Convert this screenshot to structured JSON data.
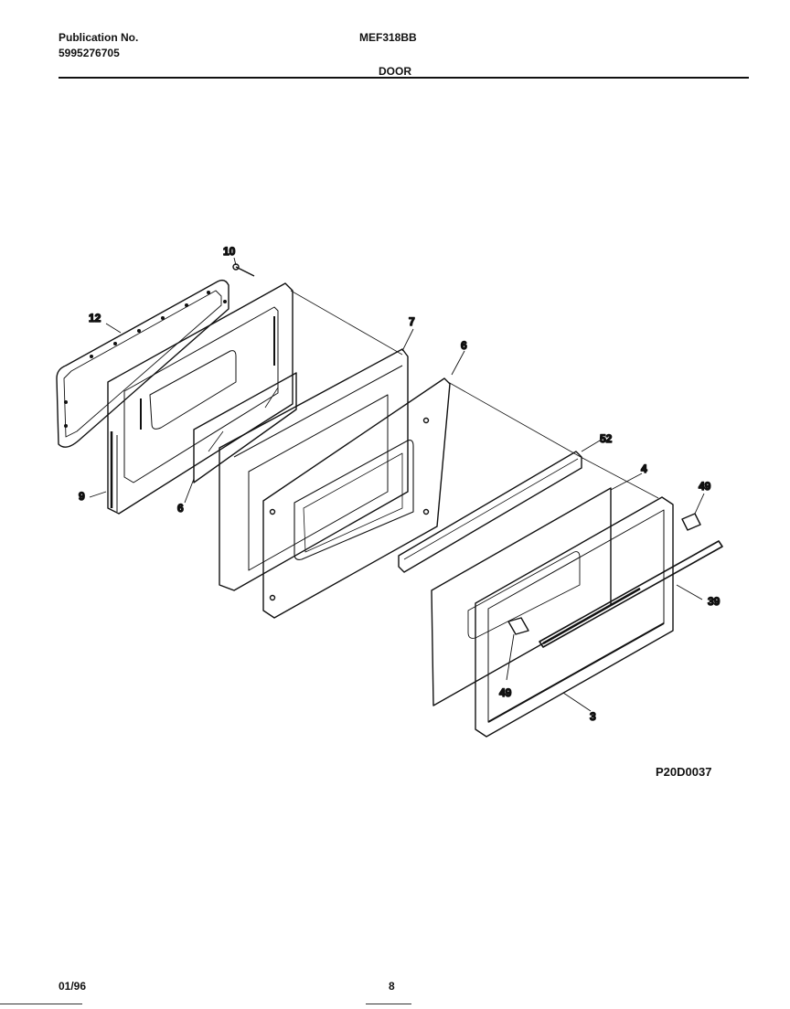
{
  "header": {
    "publication_label": "Publication No.",
    "publication_number": "5995276705",
    "model": "MEF318BB",
    "section": "DOOR"
  },
  "callouts": {
    "c10": "10",
    "c12": "12",
    "c7": "7",
    "c6a": "6",
    "c9": "9",
    "c6b": "6",
    "c52": "52",
    "c4": "4",
    "c49a": "49",
    "c39": "39",
    "c49b": "49",
    "c3": "3"
  },
  "drawing_code": "P20D0037",
  "footer": {
    "date": "01/96",
    "page": "8"
  }
}
